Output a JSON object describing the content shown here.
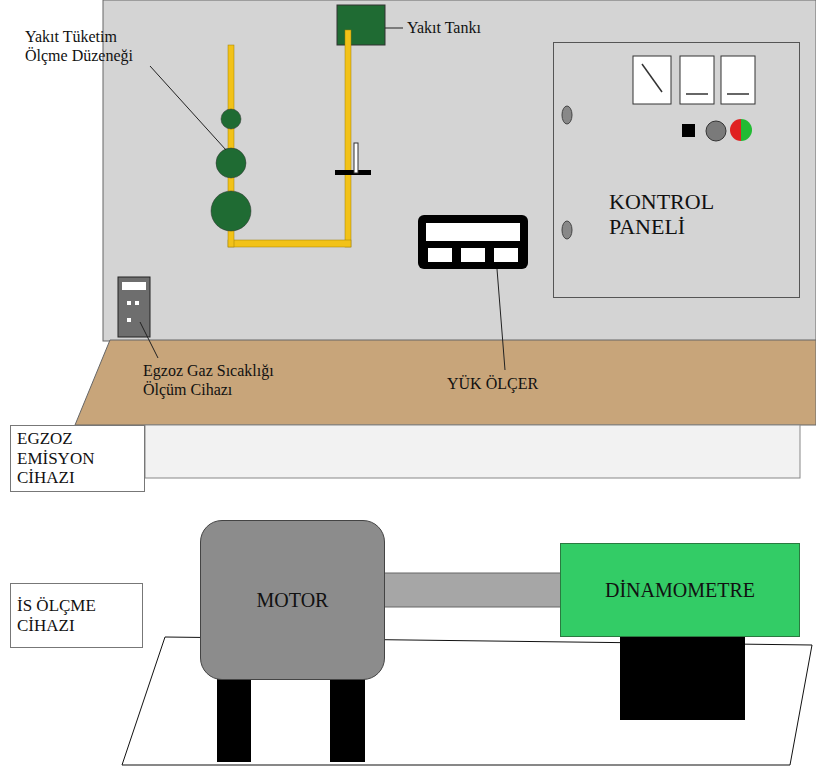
{
  "diagram": {
    "nodes": [
      {
        "text": [
          "KONTROL PANELİ"
        ]
      },
      {
        "text": [
          "EGZOZ EMİSYON CİHAZI"
        ]
      },
      {
        "text": [
          "İS ÖLÇME CİHAZI"
        ]
      },
      {
        "text": [
          "MOTOR"
        ]
      },
      {
        "text": [
          "DİNAMOMETRE"
        ]
      }
    ],
    "edges": [
      {
        "from": 3,
        "to": 4,
        "arrow": "none"
      }
    ],
    "labels": [
      "Yakıt Tankı",
      "Yakıt Tüketim Ölçme Düzeneği",
      "Egzoz Gaz Sıcaklığı Ölçüm Cihazı",
      "YÜK ÖLÇER"
    ]
  }
}
